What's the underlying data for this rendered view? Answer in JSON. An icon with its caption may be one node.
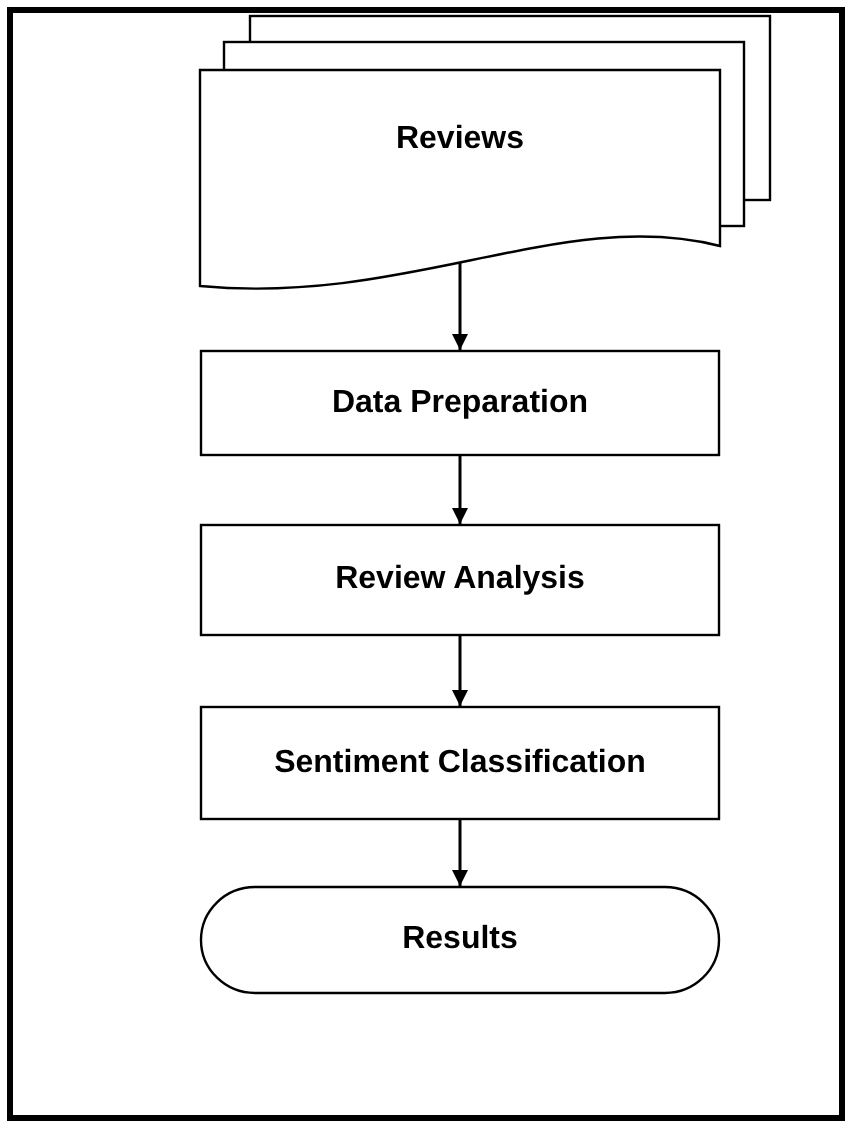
{
  "diagram": {
    "nodes": [
      {
        "text": [
          "Reviews"
        ]
      },
      {
        "text": [
          "Data Preparation"
        ]
      },
      {
        "text": [
          "Review Analysis"
        ]
      },
      {
        "text": [
          "Sentiment Classification"
        ]
      },
      {
        "text": [
          "Results"
        ]
      }
    ],
    "edges": [
      {
        "from": 0,
        "to": 1,
        "arrow": "to"
      },
      {
        "from": 1,
        "to": 2,
        "arrow": "to"
      },
      {
        "from": 2,
        "to": 3,
        "arrow": "to"
      },
      {
        "from": 3,
        "to": 4,
        "arrow": "to"
      }
    ]
  }
}
